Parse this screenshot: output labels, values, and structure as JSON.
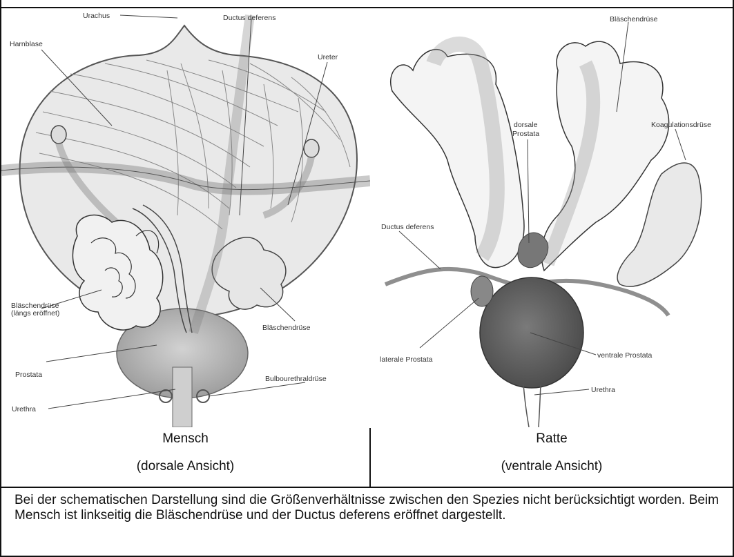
{
  "human": {
    "caption_title": "Mensch",
    "caption_view": "(dorsale Ansicht)",
    "labels": {
      "urachus": "Urachus",
      "ductus_deferens": "Ductus deferens",
      "harnblase": "Harnblase",
      "ureter": "Ureter",
      "blaeschendruese_open_1": "Bläschendrüse",
      "blaeschendruese_open_2": "(längs eröffnet)",
      "blaeschendruese": "Bläschendrüse",
      "prostata": "Prostata",
      "bulbourethraldruese": "Bulbourethraldrüse",
      "urethra": "Urethra"
    }
  },
  "rat": {
    "caption_title": "Ratte",
    "caption_view": "(ventrale Ansicht)",
    "labels": {
      "blaeschendruese": "Bläschendrüse",
      "koagulationsdruese": "Koagulationsdrüse",
      "dorsale_prostata_1": "dorsale",
      "dorsale_prostata_2": "Prostata",
      "ductus_deferens": "Ductus deferens",
      "laterale_prostata": "laterale Prostata",
      "ventrale_prostata": "ventrale Prostata",
      "urethra": "Urethra"
    }
  },
  "footnote": "Bei der schematischen Darstellung sind die Größenverhältnisse zwischen den Spezies nicht berücksichtigt worden. Beim Mensch ist linkseitig die Bläschendrüse und der Ductus deferens eröffnet dargestellt."
}
